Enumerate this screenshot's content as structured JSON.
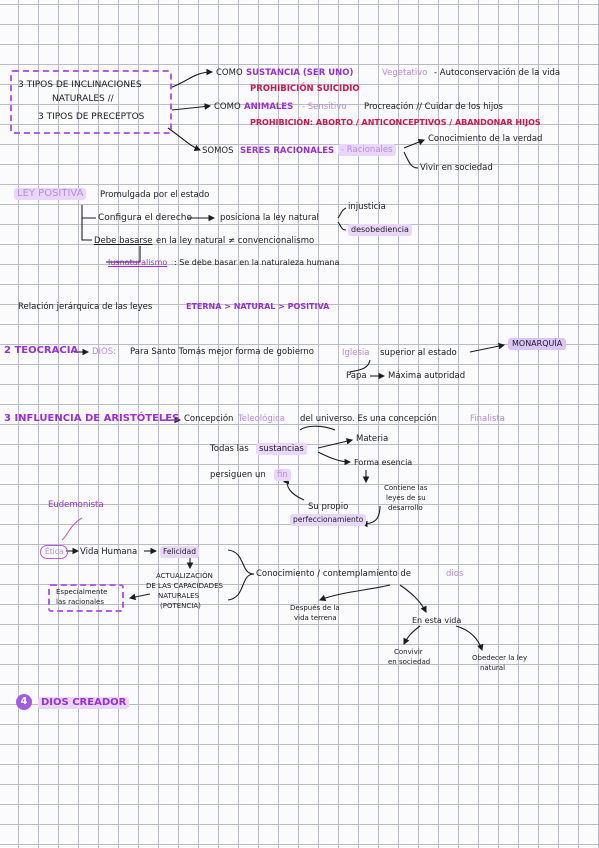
{
  "box": {
    "line1": "3 TIPOS DE INCLINACIONES",
    "line2": "NATURALES //",
    "line3": "3 TIPOS DE PRECEPTOS"
  },
  "branch1": {
    "como": "COMO",
    "sustancia": "SUSTANCIA (SER UNO)",
    "dash": "-",
    "vegetativo": "Vegetativo",
    "rest": "- Autoconservación de la vida",
    "prohibicion": "PROHIBICIÓN SUICIDIO"
  },
  "branch2": {
    "como": "COMO",
    "animales": "ANIMALES",
    "sensitivo": "- Sensitivo",
    "rest": "Procreación // Cuidar de los hijos",
    "prohibicion": "PROHIBICIÓN: ABORTO / ANTICONCEPTIVOS / ABANDONAR HIJOS"
  },
  "branch3": {
    "somos": "SOMOS",
    "seres": "SERES RACIONALES",
    "racionales": "- Racionales",
    "verdad": "Conocimiento de la verdad",
    "sociedad": "Vivir en sociedad"
  },
  "ley": {
    "title": "LEY POSITIVA",
    "promulgada": "Promulgada por el estado",
    "configura": "Configura el derecho",
    "posiciona": "posiciona la ley natural",
    "injusticia": "injusticia",
    "desobediencia": "desobediencia",
    "debe_basarse": "Debe basarse",
    "debe_rest": "en la ley natural ≠ convencionalismo",
    "iusnaturalismo": "Iusnaturalismo",
    "ius_rest": ": Se debe basar en la naturaleza humana"
  },
  "relacion": {
    "text": "Relación jerárquica de las leyes",
    "order": "ETERNA > NATURAL > POSITIVA"
  },
  "teocracia": {
    "title": "2 TEOCRACIA",
    "dios": "DIOS:",
    "text": "Para Santo Tomás mejor forma de gobierno",
    "iglesia": "Iglesia",
    "superior": "superior al estado",
    "monarquia": "MONARQUÍA",
    "papa": "Papa",
    "maxima": "Máxima autoridad"
  },
  "aristoteles": {
    "title": "3 INFLUENCIA DE ARISTÓTELES",
    "concepcion": "Concepción",
    "teleologica": "Teleológica",
    "del_universo": "del universo. Es una concepción",
    "finalista": "Finalista",
    "todas": "Todas las",
    "sustancias": "sustancias",
    "materia": "Materia",
    "forma": "Forma esencia",
    "persiguen": "persiguen un",
    "fin": "fin",
    "contiene1": "Contiene las",
    "contiene2": "leyes de su",
    "contiene3": "desarrollo",
    "propio1": "Su propio",
    "propio2": "perfeccionamiento",
    "eudemonista": "Eudemonista",
    "etica": "Ética",
    "vida": "Vida Humana",
    "felicidad": "Felicidad",
    "act1": "ACTUALIZACIÓN",
    "act2": "DE LAS CAPACIDADES",
    "act3": "NATURALES",
    "act4": "(POTENCIA)",
    "esp1": "Especialmente",
    "esp2": "las racionales",
    "conocimiento": "Conocimiento / contemplamiento de",
    "dios": "dios",
    "despues1": "Después de la",
    "despues2": "vida terrena",
    "en_esta": "En esta vida",
    "convivir1": "Convivir",
    "convivir2": "en sociedad",
    "obedecer1": "Obedecer la ley",
    "obedecer2": "natural"
  },
  "dios_creador": {
    "num": "4",
    "title": "DIOS CREADOR"
  }
}
